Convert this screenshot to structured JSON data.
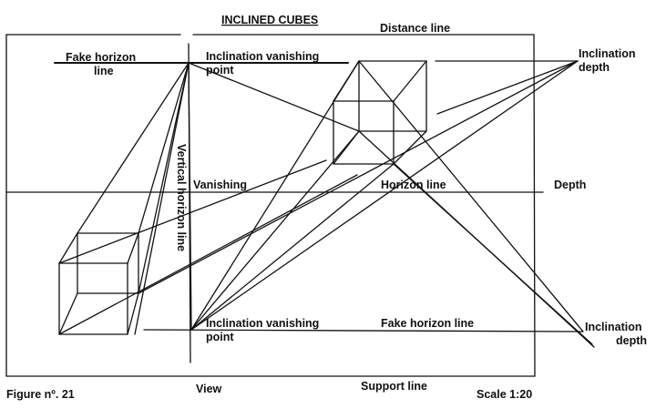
{
  "title": "INCLINED CUBES",
  "labels": {
    "distance_line": "Distance line",
    "fake_horizon_line_left_1": "Fake horizon",
    "fake_horizon_line_left_2": "line",
    "inclination_vp_top_1": "Inclination vanishing",
    "inclination_vp_top_2": "point",
    "inclination_depth_top_1": "Inclination",
    "inclination_depth_top_2": "depth",
    "vertical_horizon_line": "Vertical horizon line",
    "vanishing": "Vanishing",
    "horizon_line": "Horizon line",
    "depth": "Depth",
    "inclination_vp_bottom_1": "Inclination vanishing",
    "inclination_vp_bottom_2": "point",
    "fake_horizon_line_bottom": "Fake horizon line",
    "inclination_depth_bottom_1": "Inclination",
    "inclination_depth_bottom_2": "depth",
    "figure_number": "Figure nº. 21",
    "view": "View",
    "support_line": "Support line",
    "scale": "Scale 1:20"
  },
  "colors": {
    "ink": "#111111",
    "paper": "#ffffff"
  }
}
